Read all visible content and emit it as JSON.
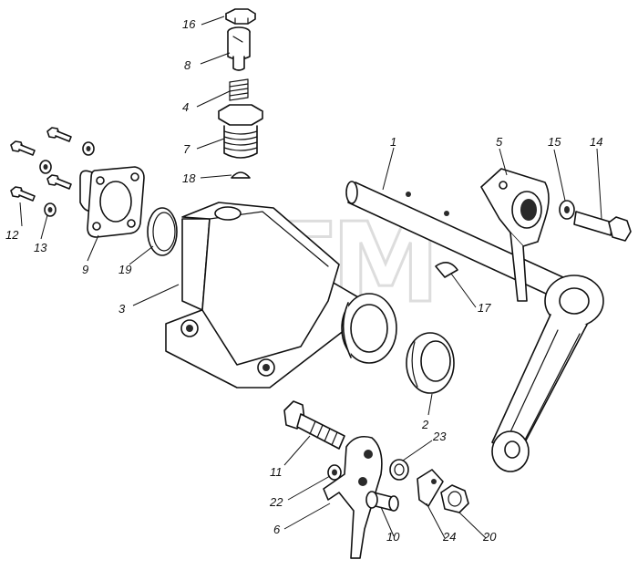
{
  "watermark": {
    "text": "BTM",
    "mark": "®"
  },
  "labels": [
    {
      "id": "16",
      "text": "16"
    },
    {
      "id": "8",
      "text": "8"
    },
    {
      "id": "4",
      "text": "4"
    },
    {
      "id": "7",
      "text": "7"
    },
    {
      "id": "18",
      "text": "18"
    },
    {
      "id": "1",
      "text": "1"
    },
    {
      "id": "5",
      "text": "5"
    },
    {
      "id": "15",
      "text": "15"
    },
    {
      "id": "14",
      "text": "14"
    },
    {
      "id": "12",
      "text": "12"
    },
    {
      "id": "13",
      "text": "13"
    },
    {
      "id": "9",
      "text": "9"
    },
    {
      "id": "19",
      "text": "19"
    },
    {
      "id": "3",
      "text": "3"
    },
    {
      "id": "17",
      "text": "17"
    },
    {
      "id": "2",
      "text": "2"
    },
    {
      "id": "23",
      "text": "23"
    },
    {
      "id": "11",
      "text": "11"
    },
    {
      "id": "22",
      "text": "22"
    },
    {
      "id": "6",
      "text": "6"
    },
    {
      "id": "10",
      "text": "10"
    },
    {
      "id": "24",
      "text": "24"
    },
    {
      "id": "20",
      "text": "20"
    }
  ]
}
